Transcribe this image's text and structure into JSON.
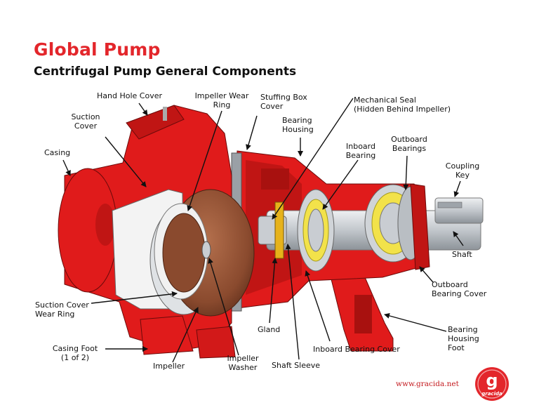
{
  "title": "Global Pump",
  "subtitle": "Centrifugal Pump General Components",
  "labels": {
    "hand_hole_cover": "Hand Hole Cover",
    "impeller_wear_ring": "Impeller Wear\nRing",
    "stuffing_box_cover": "Stuffing Box\nCover",
    "mechanical_seal": "Mechanical Seal\n(Hidden Behind Impeller)",
    "suction_cover": "Suction\nCover",
    "bearing_housing": "Bearing\nHousing",
    "casing": "Casing",
    "inboard_bearing": "Inboard\nBearing",
    "outboard_bearings": "Outboard\nBearings",
    "coupling_key": "Coupling\nKey",
    "shaft": "Shaft",
    "outboard_bearing_cover": "Outboard\nBearing Cover",
    "suction_cover_wear_ring": "Suction Cover\nWear Ring",
    "gland": "Gland",
    "bearing_housing_foot": "Bearing\nHousing\nFoot",
    "casing_foot": "Casing Foot\n(1 of 2)",
    "inboard_bearing_cover": "Inboard Bearing Cover",
    "impeller": "Impeller",
    "impeller_washer": "Impeller\nWasher",
    "shaft_sleeve": "Shaft Sleeve"
  },
  "website": "www.gracida.net",
  "logo": {
    "letter": "g",
    "word": "gracida"
  },
  "colors": {
    "brand_red": "#e3262b",
    "body_red": "#e01b1b",
    "impeller_brown": "#8a4a2e",
    "bearing_yellow": "#f2e24a",
    "steel": "#c9cdd2"
  }
}
